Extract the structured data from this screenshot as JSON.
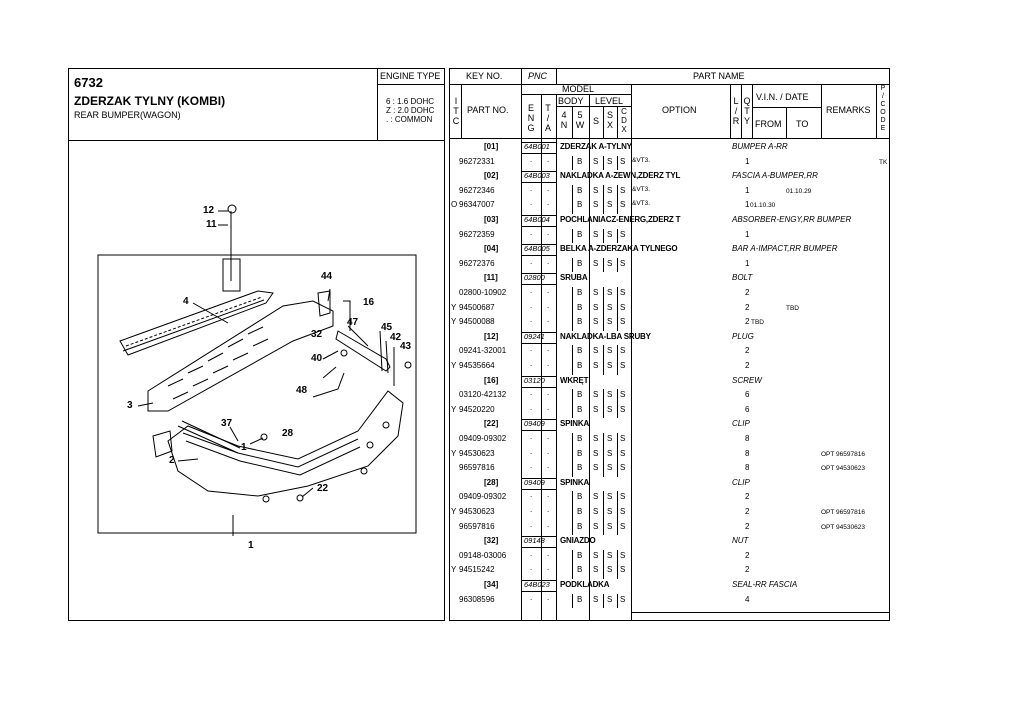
{
  "title": {
    "code": "6732",
    "name_pl": "ZDERZAK TYLNY (KOMBI)",
    "name_en": "REAR BUMPER(WAGON)"
  },
  "engine_type": {
    "label": "ENGINE TYPE",
    "lines": [
      "6 : 1.6 DOHC",
      "Z : 2.0 DOHC",
      ". : COMMON"
    ]
  },
  "header": {
    "key_no": "KEY NO.",
    "pnc": "PNC",
    "part_name": "PART NAME",
    "itc": [
      "I",
      "T",
      "C"
    ],
    "part_no": "PART NO.",
    "model": "MODEL",
    "eng": [
      "E",
      "N",
      "G"
    ],
    "ta": [
      "T",
      "/",
      "A"
    ],
    "body": "BODY",
    "body_cols": [
      "4\nN",
      "5\nW"
    ],
    "level": "LEVEL",
    "level_cols": [
      "S",
      "S\nX",
      "C\nD\nX"
    ],
    "option": "OPTION",
    "lr": [
      "L",
      "/",
      "R"
    ],
    "qty": [
      "Q",
      "T",
      "Y"
    ],
    "vin_date": "V.I.N. / DATE",
    "from": "FROM",
    "to": "TO",
    "remarks": "REMARKS",
    "pcode": [
      "P",
      "/",
      "C",
      "O",
      "D",
      "E"
    ]
  },
  "diagram": {
    "callouts": [
      "12",
      "11",
      "44",
      "16",
      "4",
      "47",
      "45",
      "32",
      "42",
      "43",
      "40",
      "48",
      "3",
      "37",
      "28",
      "1",
      "2",
      "22",
      "1"
    ]
  },
  "groups": [
    {
      "key": "[01]",
      "pnc": "64B001",
      "name_pl": "ZDERZAK A-TYLNY",
      "name_en": "BUMPER A-RR",
      "parts": [
        {
          "itc": "",
          "part_no": "96272331",
          "mark": "B",
          "opt": "&VT3.",
          "qty": "1",
          "from": "",
          "remark": "",
          "pcode": "TK"
        }
      ]
    },
    {
      "key": "[02]",
      "pnc": "64B003",
      "name_pl": "NAKLADKA A-ZEWN,ZDERZ TYL",
      "name_en": "FASCIA A-BUMPER,RR",
      "parts": [
        {
          "itc": "",
          "part_no": "96272346",
          "mark": "B",
          "opt": "&VT3.",
          "qty": "1",
          "from": "01.10.29",
          "remark": "",
          "pcode": ""
        },
        {
          "itc": "O",
          "part_no": "96347007",
          "mark": "B",
          "opt": "&VT3.",
          "qty": "1",
          "from": "01.10.30",
          "remark": "",
          "pcode": ""
        }
      ]
    },
    {
      "key": "[03]",
      "pnc": "64B004",
      "name_pl": "POCHLANIACZ-ENERG,ZDERZ T",
      "name_en": "ABSORBER-ENGY,RR BUMPER",
      "parts": [
        {
          "itc": "",
          "part_no": "96272359",
          "mark": "B",
          "opt": "",
          "qty": "1",
          "from": "",
          "remark": "",
          "pcode": ""
        }
      ]
    },
    {
      "key": "[04]",
      "pnc": "64B005",
      "name_pl": "BELKA A-ZDERZAKA TYLNEGO",
      "name_en": "BAR A-IMPACT,RR BUMPER",
      "parts": [
        {
          "itc": "",
          "part_no": "96272376",
          "mark": "B",
          "opt": "",
          "qty": "1",
          "from": "",
          "remark": "",
          "pcode": ""
        }
      ]
    },
    {
      "key": "[11]",
      "pnc": "02800",
      "name_pl": "SRUBA",
      "name_en": "BOLT",
      "parts": [
        {
          "itc": "",
          "part_no": "02800-10902",
          "mark": "B",
          "opt": "",
          "qty": "2",
          "from": "",
          "remark": "",
          "pcode": ""
        },
        {
          "itc": "Y",
          "part_no": "94500687",
          "mark": "B",
          "opt": "",
          "qty": "2",
          "from": "TBD",
          "remark": "",
          "pcode": ""
        },
        {
          "itc": "Y",
          "part_no": "94500088",
          "mark": "B",
          "opt": "",
          "qty": "2",
          "from": "TBD",
          "remark": "",
          "pcode": ""
        }
      ]
    },
    {
      "key": "[12]",
      "pnc": "09241",
      "name_pl": "NAKLADKA-LBA SRUBY",
      "name_en": "PLUG",
      "parts": [
        {
          "itc": "",
          "part_no": "09241-32001",
          "mark": "B",
          "opt": "",
          "qty": "2",
          "from": "",
          "remark": "",
          "pcode": ""
        },
        {
          "itc": "Y",
          "part_no": "94535664",
          "mark": "B",
          "opt": "",
          "qty": "2",
          "from": "",
          "remark": "",
          "pcode": ""
        }
      ]
    },
    {
      "key": "[16]",
      "pnc": "03120",
      "name_pl": "WKRĘT",
      "name_en": "SCREW",
      "parts": [
        {
          "itc": "",
          "part_no": "03120-42132",
          "mark": "B",
          "opt": "",
          "qty": "6",
          "from": "",
          "remark": "",
          "pcode": ""
        },
        {
          "itc": "Y",
          "part_no": "94520220",
          "mark": "B",
          "opt": "",
          "qty": "6",
          "from": "",
          "remark": "",
          "pcode": ""
        }
      ]
    },
    {
      "key": "[22]",
      "pnc": "09409",
      "name_pl": "SPINKA",
      "name_en": "CLIP",
      "parts": [
        {
          "itc": "",
          "part_no": "09409-09302",
          "mark": "B",
          "opt": "",
          "qty": "8",
          "from": "",
          "remark": "",
          "pcode": ""
        },
        {
          "itc": "Y",
          "part_no": "94530623",
          "mark": "B",
          "opt": "",
          "qty": "8",
          "from": "",
          "remark": "OPT 96597816",
          "pcode": ""
        },
        {
          "itc": "",
          "part_no": "96597816",
          "mark": "B",
          "opt": "",
          "qty": "8",
          "from": "",
          "remark": "OPT 94530623",
          "pcode": ""
        }
      ]
    },
    {
      "key": "[28]",
      "pnc": "09409",
      "name_pl": "SPINKA",
      "name_en": "CLIP",
      "parts": [
        {
          "itc": "",
          "part_no": "09409-09302",
          "mark": "B",
          "opt": "",
          "qty": "2",
          "from": "",
          "remark": "",
          "pcode": ""
        },
        {
          "itc": "Y",
          "part_no": "94530623",
          "mark": "B",
          "opt": "",
          "qty": "2",
          "from": "",
          "remark": "OPT 96597816",
          "pcode": ""
        },
        {
          "itc": "",
          "part_no": "96597816",
          "mark": "B",
          "opt": "",
          "qty": "2",
          "from": "",
          "remark": "OPT 94530623",
          "pcode": ""
        }
      ]
    },
    {
      "key": "[32]",
      "pnc": "09148",
      "name_pl": "GNIAZDO",
      "name_en": "NUT",
      "parts": [
        {
          "itc": "",
          "part_no": "09148-03006",
          "mark": "B",
          "opt": "",
          "qty": "2",
          "from": "",
          "remark": "",
          "pcode": ""
        },
        {
          "itc": "Y",
          "part_no": "94515242",
          "mark": "B",
          "opt": "",
          "qty": "2",
          "from": "",
          "remark": "",
          "pcode": ""
        }
      ]
    },
    {
      "key": "[34]",
      "pnc": "64B023",
      "name_pl": "PODKLADKA",
      "name_en": "SEAL-RR FASCIA",
      "parts": [
        {
          "itc": "",
          "part_no": "96308596",
          "mark": "B",
          "opt": "",
          "qty": "4",
          "from": "",
          "remark": "",
          "pcode": ""
        }
      ]
    }
  ]
}
